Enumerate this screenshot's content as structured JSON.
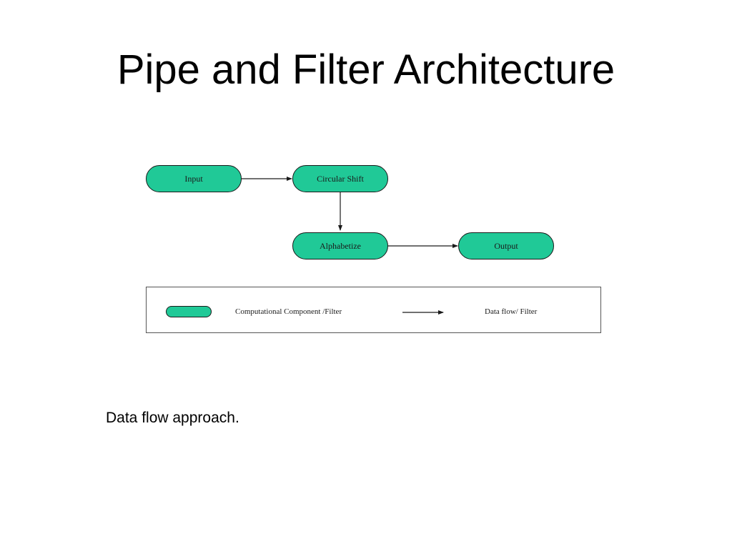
{
  "slide": {
    "title": "Pipe and Filter Architecture",
    "caption": "Data flow approach."
  },
  "diagram": {
    "nodes": {
      "input": "Input",
      "circular_shift": "Circular Shift",
      "alphabetize": "Alphabetize",
      "output": "Output"
    },
    "legend": {
      "component_label": "Computational Component /Filter",
      "flow_label": "Data flow/ Filter"
    }
  },
  "colors": {
    "node_fill": "#20c997",
    "stroke": "#1a1a1a",
    "legend_border": "#555555",
    "background": "#ffffff"
  }
}
